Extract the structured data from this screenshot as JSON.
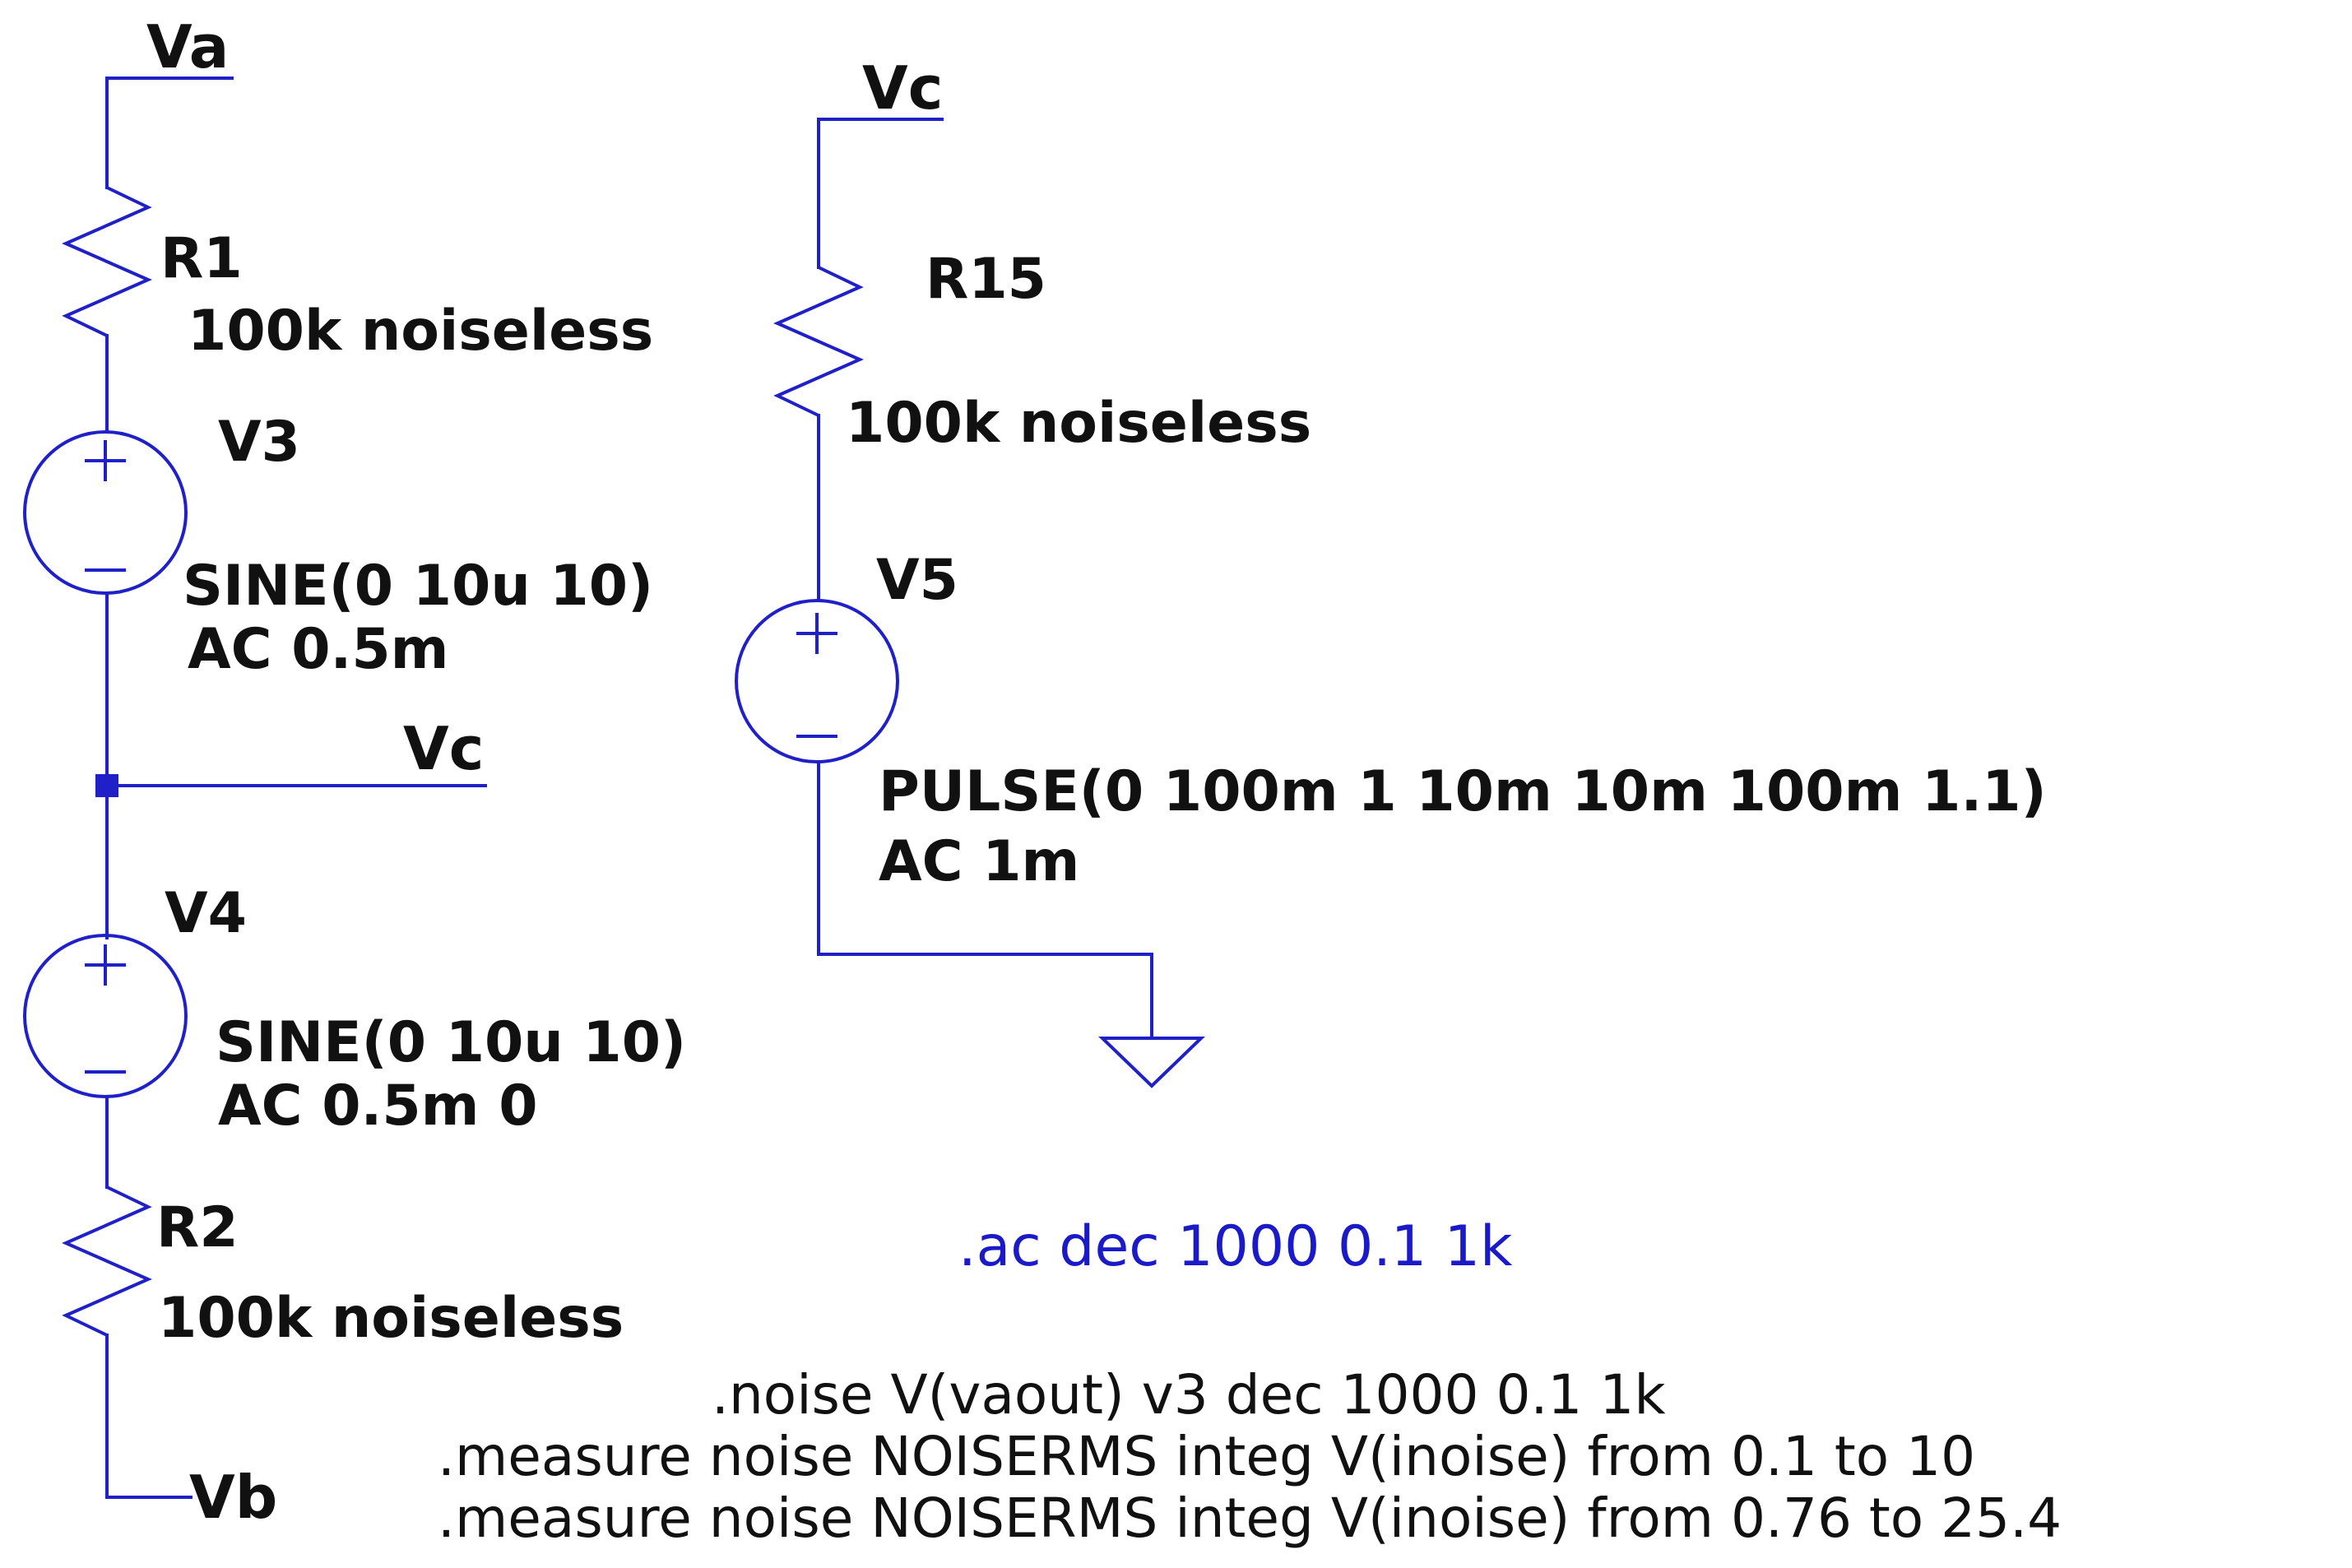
{
  "colors": {
    "wire": "#2020c8",
    "text": "#111111",
    "directive_ac": "#1a1ac8",
    "background": "#ffffff"
  },
  "net_labels": {
    "va": "Va",
    "vb": "Vb",
    "vc_left": "Vc",
    "vc_top": "Vc"
  },
  "components": {
    "R1": {
      "ref": "R1",
      "value": "100k noiseless"
    },
    "R2": {
      "ref": "R2",
      "value": "100k noiseless"
    },
    "R15": {
      "ref": "R15",
      "value": "100k noiseless"
    },
    "V3": {
      "ref": "V3",
      "line1": "SINE(0 10u 10)",
      "line2": "AC 0.5m"
    },
    "V4": {
      "ref": "V4",
      "line1": "SINE(0 10u 10)",
      "line2": "AC 0.5m 0"
    },
    "V5": {
      "ref": "V5",
      "line1": "PULSE(0 100m 1 10m 10m 100m 1.1)",
      "line2": "AC 1m"
    }
  },
  "directives": {
    "ac": ".ac dec 1000 0.1 1k",
    "noise": ".noise V(vaout) v3 dec 1000 0.1 1k",
    "measure1": ".measure noise NOISERMS integ V(inoise) from 0.1 to 10",
    "measure2": ".measure noise NOISERMS integ V(inoise) from 0.76 to 25.4"
  }
}
